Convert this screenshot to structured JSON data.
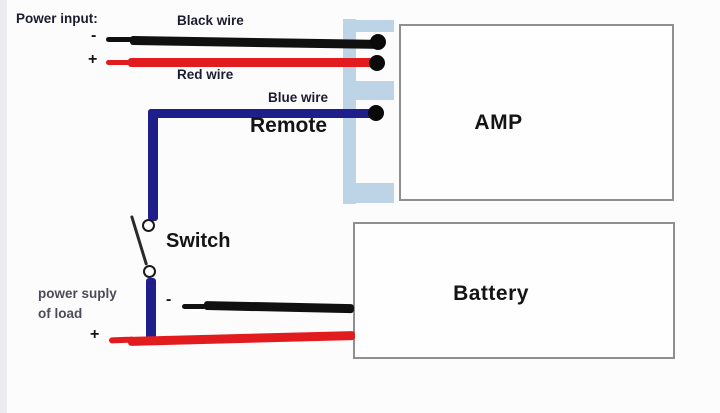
{
  "power_input": {
    "label": "Power input:",
    "minus": "-",
    "plus": "+"
  },
  "wires": {
    "black": {
      "label": "Black wire"
    },
    "red": {
      "label": "Red wire"
    },
    "blue": {
      "label": "Blue wire"
    }
  },
  "remote": {
    "label": "Remote"
  },
  "switch": {
    "label": "Switch"
  },
  "amp": {
    "label": "AMP"
  },
  "battery": {
    "label": "Battery"
  },
  "load_supply": {
    "line1": "power suply",
    "line2": "of load",
    "minus": "-",
    "plus": "+"
  },
  "colors": {
    "black_wire": "#101010",
    "red_wire": "#e21b1e",
    "blue_wire": "#1f1f8b",
    "connector": "#bcd4e6",
    "box_border": "#8f8f8f",
    "terminal_dot": "#0a0a0a",
    "wire_label_text": "#1c1c30",
    "supply_label_text": "#4c4c58"
  }
}
